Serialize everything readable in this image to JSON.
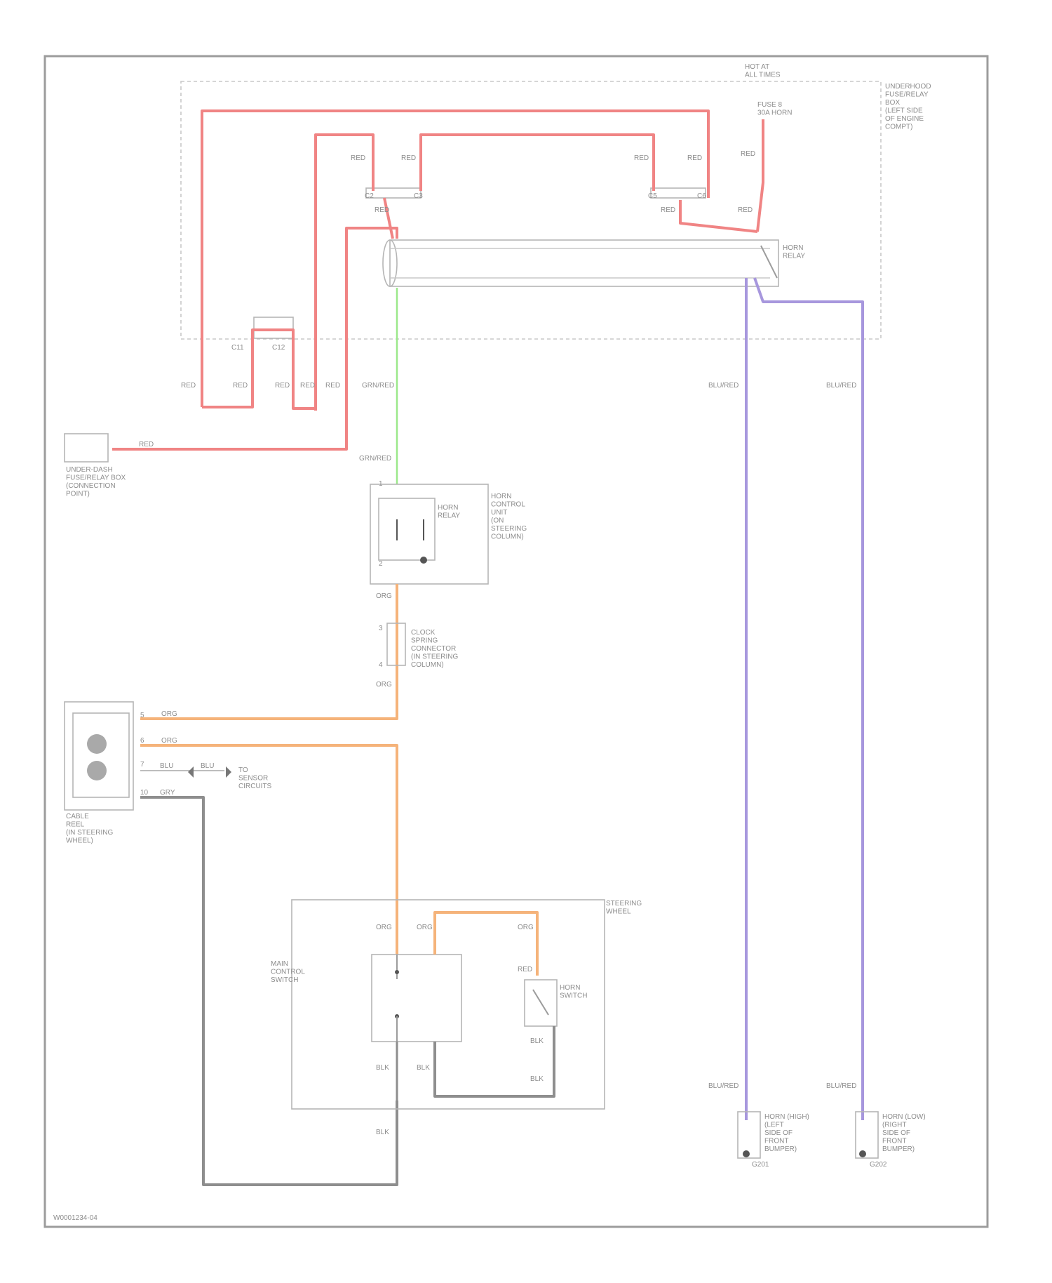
{
  "diagram": {
    "doc_id": "W0001234-04",
    "fuse_box": {
      "label": "UNDERHOOD FUSE/RELAY BOX",
      "desc": "UNDERHOOD\nFUSE/RELAY\nBOX\n(LEFT SIDE\nOF ENGINE\nCOMPT)",
      "fuse_label": "FUSE 8\n30A HORN",
      "hot_label": "HOT AT\nALL TIMES",
      "horn_relay": "HORN\nRELAY"
    },
    "wire_colors": {
      "red": "#f08484",
      "green": "#9be88a",
      "orange": "#f5b37a",
      "violet": "#a797dd",
      "gray": "#8e8e8e"
    },
    "wire_labels": {
      "red": "RED",
      "grn_red": "GRN/RED",
      "org": "ORG",
      "blu_red": "BLU/RED",
      "blu": "BLU",
      "gry": "GRY",
      "blk": "BLK"
    },
    "pins": {
      "p1": "C2",
      "p2": "C3",
      "p3": "C5",
      "p4": "C6",
      "p5": "C11",
      "p6": "C12",
      "p7": "1",
      "p8": "2",
      "p9": "3",
      "p10": "4",
      "p11": "5",
      "p12": "6",
      "p13": "7",
      "p14": "10"
    },
    "components": {
      "underdash": "UNDER-DASH\nFUSE/RELAY BOX\n(CONNECTION\nPOINT)",
      "horn_relay_unit": "HORN\nRELAY",
      "horn_control": "HORN\nCONTROL\nUNIT\n(ON\nSTEERING\nCOLUMN)",
      "cable_reel": "CABLE\nREEL\n(IN STEERING\nWHEEL)",
      "clock_spring": "CLOCK\nSPRING\nCONNECTOR\n(IN STEERING\nCOLUMN)",
      "to_sensor": "TO\nSENSOR\nCIRCUITS",
      "steering_wheel": "STEERING\nWHEEL",
      "main_switch": "MAIN\nCONTROL\nSWITCH",
      "horn_switch": "HORN\nSWITCH",
      "horn_hi": "HORN (HIGH)\n(LEFT\nSIDE OF\nFRONT\nBUMPER)",
      "horn_lo": "HORN (LOW)\n(RIGHT\nSIDE OF\nFRONT\nBUMPER)",
      "ground_left": "G201",
      "ground_right": "G202"
    }
  }
}
